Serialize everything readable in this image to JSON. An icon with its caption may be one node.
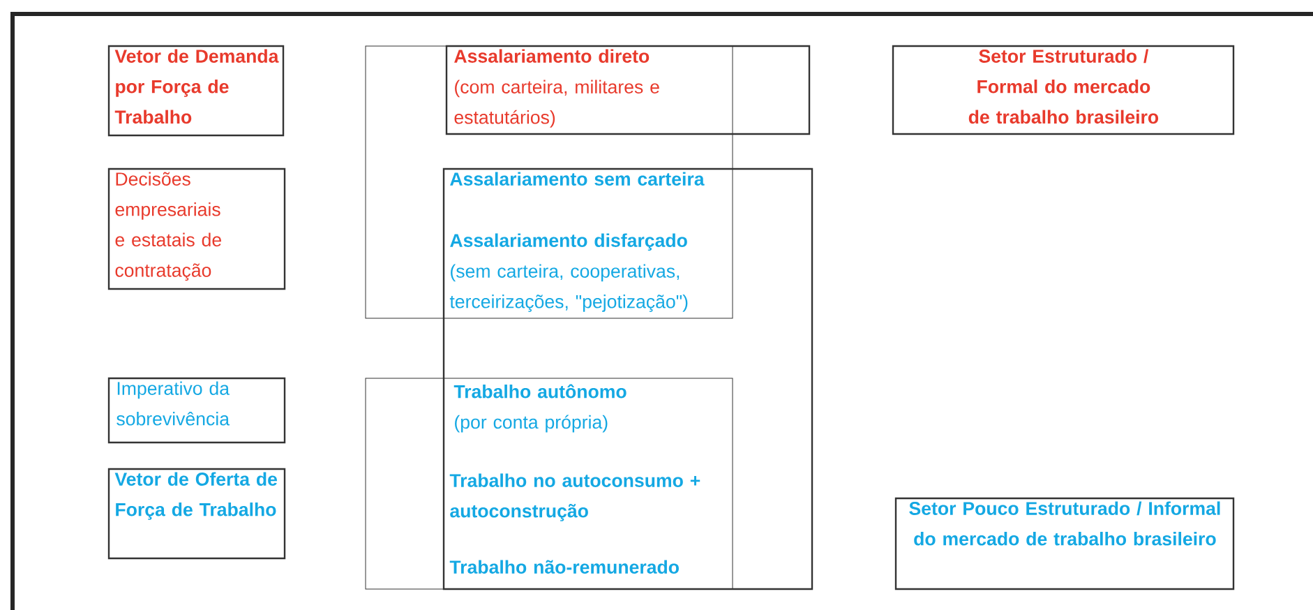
{
  "diagram": {
    "nodes": [
      {
        "text": [
          "Vetor de Demanda por Força de Trabalho"
        ]
      },
      {
        "text": [
          "Decisões empresariais e estatais de contratação"
        ]
      },
      {
        "text": [
          "Imperativo da sobrevivência"
        ]
      },
      {
        "text": [
          "Vetor de Oferta de Força de Trabalho"
        ]
      },
      {
        "text": [
          "Assalariamento sem carteira",
          "Assalariamento disfarçado",
          "(sem carteira, cooperativas, terceirizações, \"pejotização\")"
        ]
      },
      {
        "text": [
          "Assalariamento direto",
          "(com carteira, militares e estatutários)"
        ]
      },
      {
        "text": [
          "Setor Estruturado / Formal do mercado de trabalho brasileiro"
        ]
      },
      {
        "text": [],
        "shape": "box"
      },
      {
        "text": [
          "Trabalho autônomo",
          "(por conta própria)",
          "Trabalho no autoconsumo + autoconstrução",
          "Trabalho não-remunerado"
        ]
      },
      {
        "text": [
          "Setor Pouco Estruturado / Informal do mercado de trabalho brasileiro"
        ]
      }
    ]
  }
}
